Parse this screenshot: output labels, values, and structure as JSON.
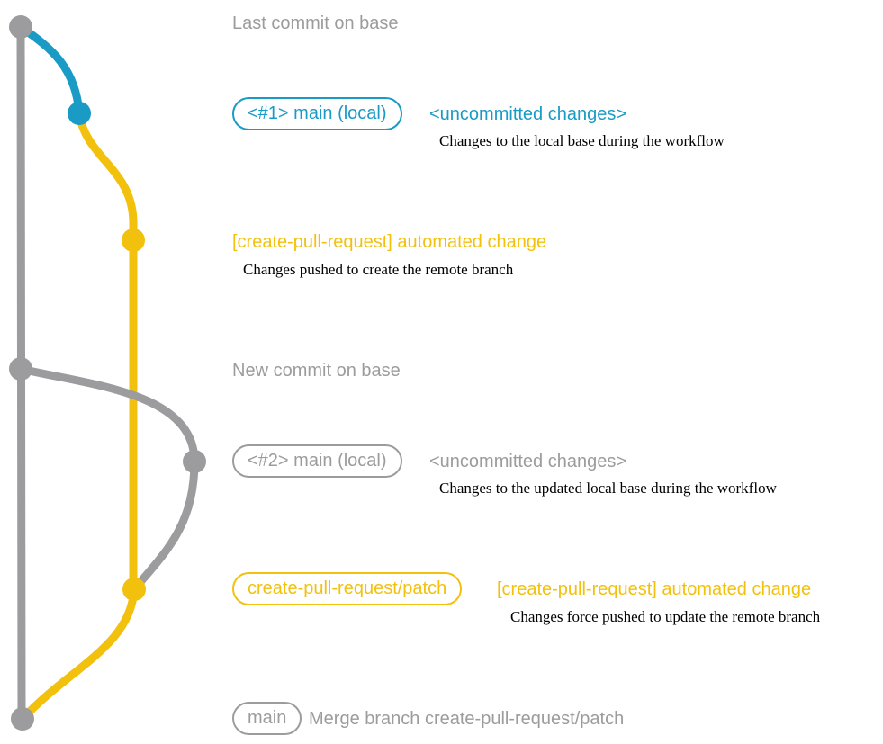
{
  "colors": {
    "gray": "#9c9c9e",
    "blue": "#1a9bc6",
    "yellow": "#f2c10e",
    "text": "#000000"
  },
  "graph": {
    "nodes": [
      {
        "name": "base-top-commit",
        "color": "gray"
      },
      {
        "name": "main-local-1-commit",
        "color": "blue"
      },
      {
        "name": "patch-branch-commit-1",
        "color": "yellow"
      },
      {
        "name": "base-new-commit",
        "color": "gray"
      },
      {
        "name": "main-local-2-commit",
        "color": "gray"
      },
      {
        "name": "patch-branch-commit-2",
        "color": "yellow"
      },
      {
        "name": "merge-commit",
        "color": "gray"
      }
    ]
  },
  "rows": {
    "last_commit": {
      "label": "Last commit on base"
    },
    "branch1": {
      "badge": "<#1> main (local)",
      "status": "<uncommitted changes>",
      "description": "Changes to the local base during the workflow"
    },
    "push1": {
      "title": "[create-pull-request] automated change",
      "description": "Changes pushed to create the remote branch"
    },
    "new_commit": {
      "label": "New commit on base"
    },
    "branch2": {
      "badge": "<#2> main (local)",
      "status": "<uncommitted changes>",
      "description": "Changes to the updated local base during the workflow"
    },
    "push2": {
      "badge": "create-pull-request/patch",
      "title": "[create-pull-request] automated change",
      "description": "Changes force pushed to update the remote branch"
    },
    "merge": {
      "badge": "main",
      "label": "Merge branch create-pull-request/patch"
    }
  }
}
